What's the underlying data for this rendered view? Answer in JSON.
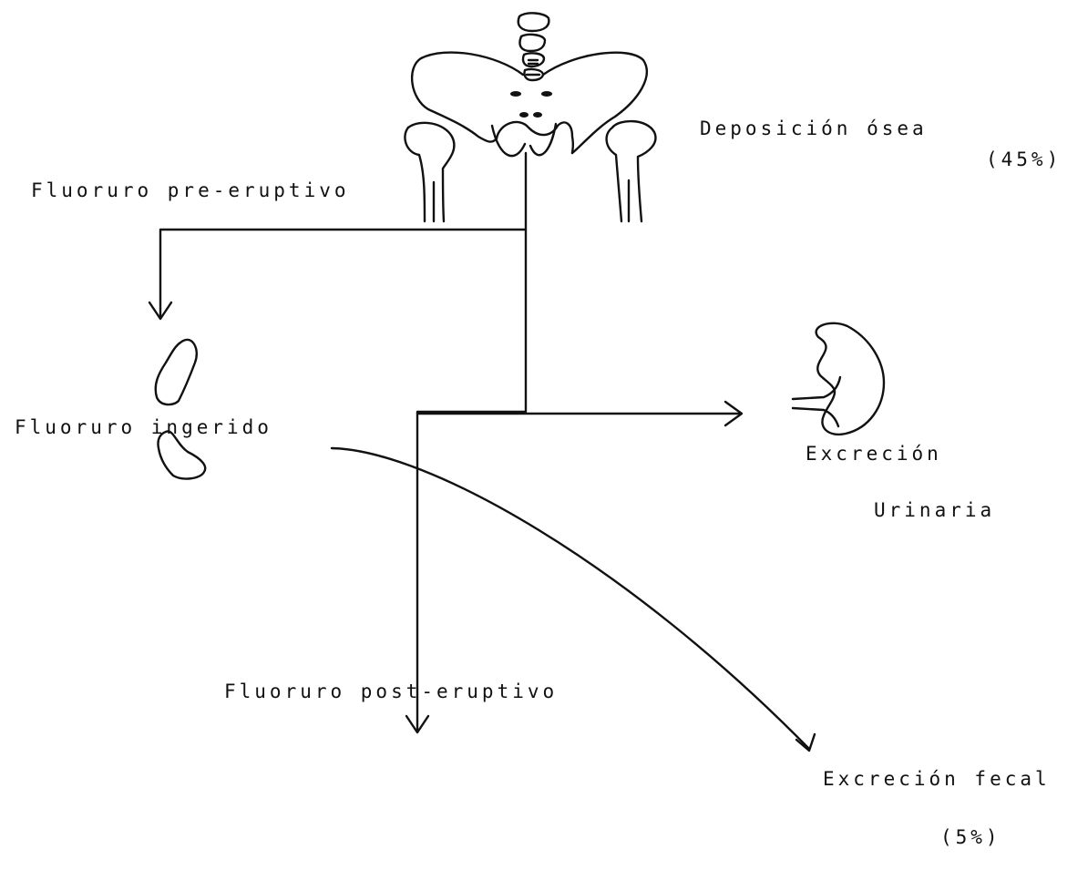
{
  "labels": {
    "bone_deposition": "Deposición ósea",
    "bone_deposition_pct": "(45%)",
    "pre_eruptive": "Fluoruro pre-eruptivo",
    "ingested": "Fluoruro ingerido",
    "urinary_excretion_1": "Excreción",
    "urinary_excretion_2": "Urinaria",
    "post_eruptive": "Fluoruro post-eruptivo",
    "fecal_excretion": "Excreción fecal",
    "fecal_excretion_pct": "(5%)"
  },
  "icons": {
    "pelvis": "pelvis-icon",
    "tooth": "tooth-icon",
    "kidney": "kidney-icon"
  },
  "colors": {
    "ink": "#111111",
    "background": "#ffffff"
  }
}
